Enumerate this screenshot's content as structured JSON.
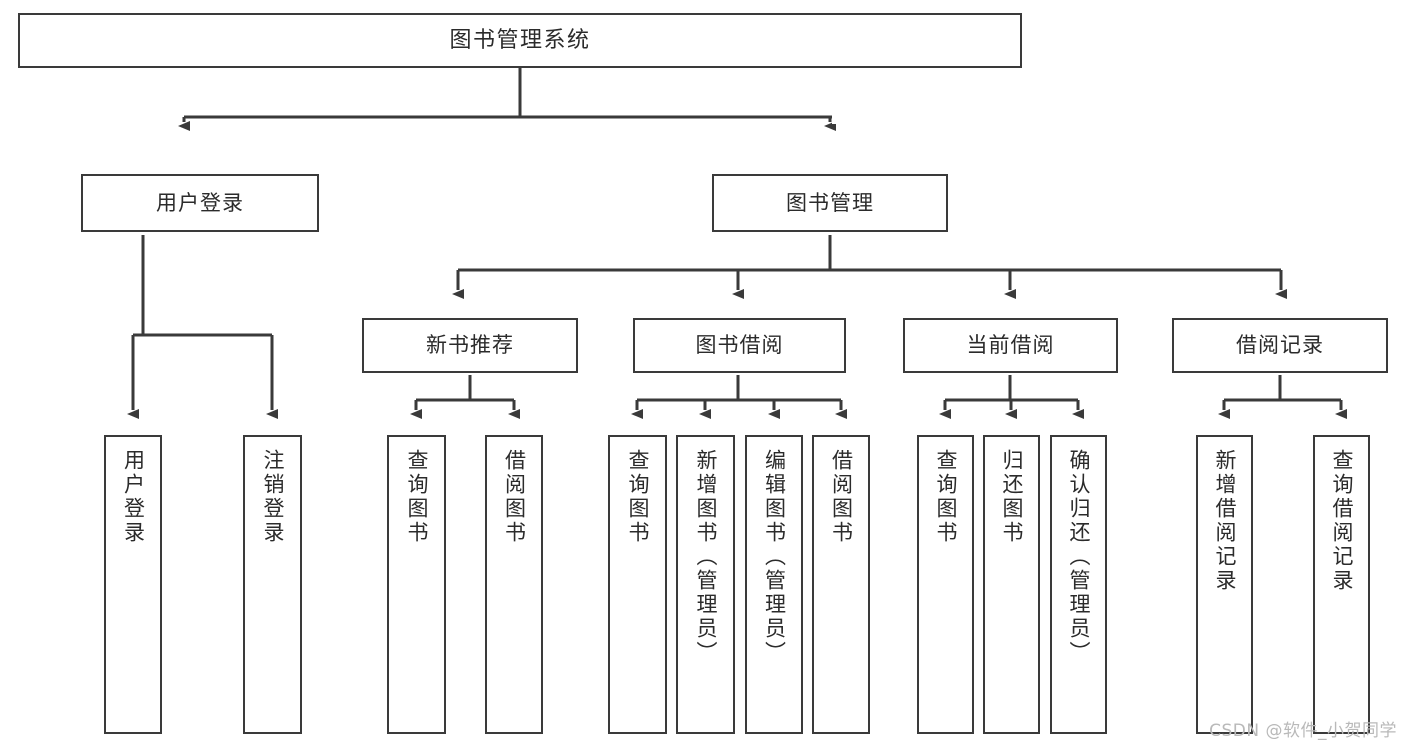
{
  "diagram": {
    "type": "tree-hierarchy-chart",
    "title": "图书管理系统",
    "watermark": "CSDN @软件_小贺同学",
    "colors": {
      "stroke": "#3a3a3a",
      "box_fill": "#ffffff",
      "text": "#2b2b2b",
      "watermark": "#b9b9b9",
      "background": "#ffffff"
    },
    "levels": {
      "root": {
        "label": "图书管理系统"
      },
      "level2": [
        {
          "label": "用户登录"
        },
        {
          "label": "图书管理"
        }
      ],
      "level3": [
        {
          "label": "新书推荐"
        },
        {
          "label": "图书借阅"
        },
        {
          "label": "当前借阅"
        },
        {
          "label": "借阅记录"
        }
      ],
      "leaves": {
        "user_login": [
          {
            "label": "用户登录"
          },
          {
            "label": "注销登录"
          }
        ],
        "new_book_recommend": [
          {
            "label": "查询图书"
          },
          {
            "label": "借阅图书"
          }
        ],
        "book_borrow": [
          {
            "label": "查询图书"
          },
          {
            "label": "新增图书（管理员）"
          },
          {
            "label": "编辑图书（管理员）"
          },
          {
            "label": "借阅图书"
          }
        ],
        "current_borrow": [
          {
            "label": "查询图书"
          },
          {
            "label": "归还图书"
          },
          {
            "label": "确认归还（管理员）"
          }
        ],
        "borrow_record": [
          {
            "label": "新增借阅记录"
          },
          {
            "label": "查询借阅记录"
          }
        ]
      }
    }
  }
}
